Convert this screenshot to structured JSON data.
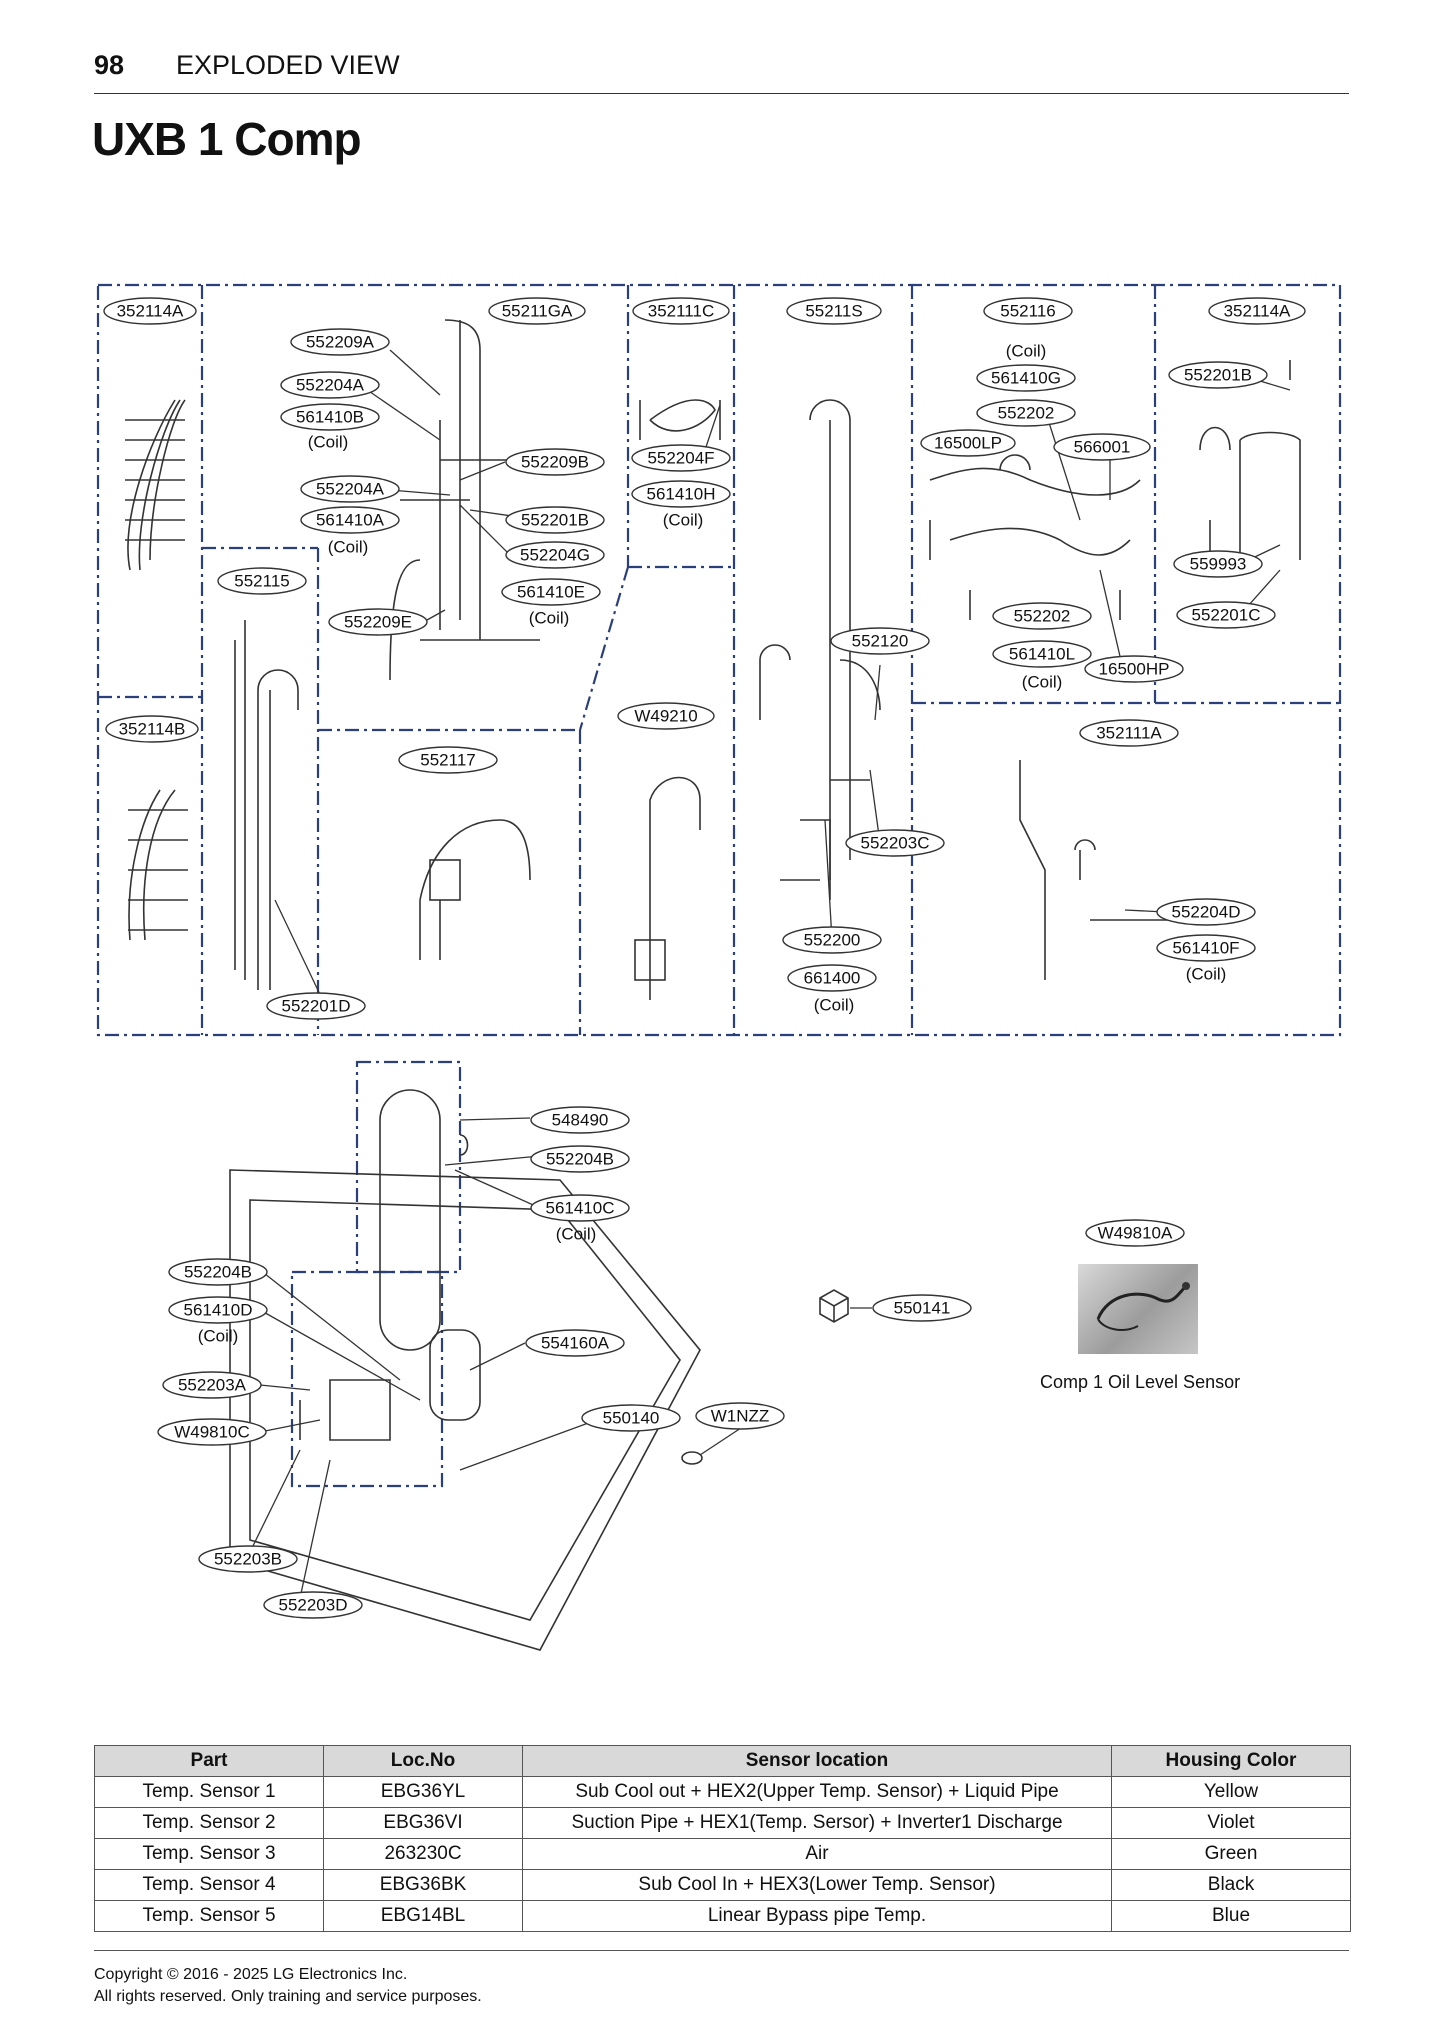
{
  "header": {
    "page_number": "98",
    "section": "EXPLODED VIEW"
  },
  "title": "UXB 1 Comp",
  "callouts": {
    "c352114A_l": "352114A",
    "c352114B": "352114B",
    "c552209A": "552209A",
    "c552204A_1": "552204A",
    "c561410B": "561410B",
    "coil_1": "(Coil)",
    "c552204A_2": "552204A",
    "c561410A": "561410A",
    "coil_2": "(Coil)",
    "c552115": "552115",
    "c552209E": "552209E",
    "c55211GA": "55211GA",
    "c552209B": "552209B",
    "c552201B_1": "552201B",
    "c552204G": "552204G",
    "c561410E": "561410E",
    "coil_3": "(Coil)",
    "c352111C": "352111C",
    "c552204F": "552204F",
    "c561410H": "561410H",
    "coil_4": "(Coil)",
    "c55211S": "55211S",
    "c552120": "552120",
    "c552116": "552116",
    "coil_5": "(Coil)",
    "c561410G": "561410G",
    "c552202_1": "552202",
    "c16500LP": "16500LP",
    "c566001": "566001",
    "c552202_2": "552202",
    "c561410L": "561410L",
    "coil_6": "(Coil)",
    "c16500HP": "16500HP",
    "c352114A_r": "352114A",
    "c552201B_2": "552201B",
    "c559993": "559993",
    "c552201C": "552201C",
    "c552117": "552117",
    "cW49210": "W49210",
    "c552203C": "552203C",
    "c552200": "552200",
    "c661400": "661400",
    "coil_7": "(Coil)",
    "c352111A": "352111A",
    "c552204D": "552204D",
    "c561410F": "561410F",
    "coil_8": "(Coil)",
    "c552201D": "552201D",
    "c548490": "548490",
    "c552204B_1": "552204B",
    "c561410C": "561410C",
    "coil_9": "(Coil)",
    "c552204B_2": "552204B",
    "c561410D": "561410D",
    "coil_10": "(Coil)",
    "c552203A": "552203A",
    "cW49810C": "W49810C",
    "c554160A": "554160A",
    "c550140": "550140",
    "cW1NZZ": "W1NZZ",
    "c550141": "550141",
    "cW49810A": "W49810A",
    "c552203B": "552203B",
    "c552203D": "552203D"
  },
  "photo_caption": "Comp 1 Oil Level Sensor",
  "sensor_table": {
    "headers": [
      "Part",
      "Loc.No",
      "Sensor location",
      "Housing Color"
    ],
    "rows": [
      [
        "Temp. Sensor 1",
        "EBG36YL",
        "Sub Cool out + HEX2(Upper Temp. Sensor) + Liquid Pipe",
        "Yellow"
      ],
      [
        "Temp. Sensor 2",
        "EBG36VI",
        "Suction Pipe + HEX1(Temp. Sersor) + Inverter1 Discharge",
        "Violet"
      ],
      [
        "Temp. Sensor 3",
        "263230C",
        "Air",
        "Green"
      ],
      [
        "Temp. Sensor 4",
        "EBG36BK",
        "Sub Cool In + HEX3(Lower Temp. Sensor)",
        "Black"
      ],
      [
        "Temp. Sensor 5",
        "EBG14BL",
        "Linear Bypass pipe Temp.",
        "Blue"
      ]
    ]
  },
  "footer": {
    "copyright": "Copyright © 2016 - 2025 LG Electronics Inc.",
    "rights": "All rights reserved. Only training and service purposes."
  }
}
